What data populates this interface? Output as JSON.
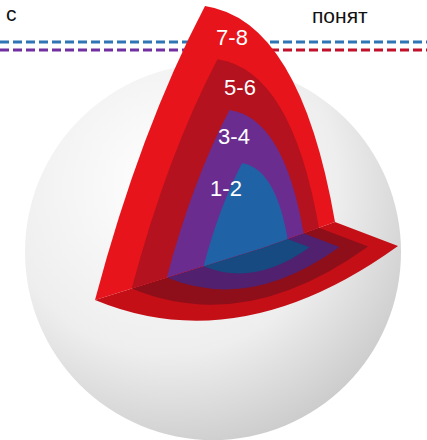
{
  "diagram": {
    "nodes": [
      {
        "text": [
          "7-8"
        ]
      },
      {
        "text": [
          "5-6"
        ],
        "in": 0
      },
      {
        "text": [
          "3-4"
        ],
        "in": 1
      },
      {
        "text": [
          "1-2"
        ],
        "in": 2
      }
    ],
    "labels": [
      "с",
      "понят"
    ]
  }
}
